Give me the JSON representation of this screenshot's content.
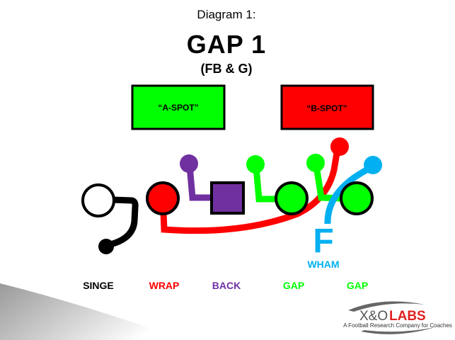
{
  "header": {
    "diagram_label": "Diagram 1:",
    "title": "GAP 1",
    "subtitle": "(FB & G)"
  },
  "spots": [
    {
      "label": "“A-SPOT”",
      "color": "#00ff00"
    },
    {
      "label": "“B-SPOT”",
      "color": "#ff0000"
    }
  ],
  "player_marks": {
    "fullback_letter": "F",
    "fullback_label": "WHAM"
  },
  "assignments": [
    {
      "label": "SINGE",
      "color": "#000000"
    },
    {
      "label": "WRAP",
      "color": "#ff0000"
    },
    {
      "label": "BACK",
      "color": "#7030a0"
    },
    {
      "label": "GAP",
      "color": "#00ff00"
    },
    {
      "label": "GAP",
      "color": "#00ff00"
    }
  ],
  "logo": {
    "name": "X&O LABS",
    "tagline": "A Football Research Company for Coaches"
  },
  "colors": {
    "red": "#ff0000",
    "green": "#00ff00",
    "purple": "#7030a0",
    "blue": "#00b0f0",
    "black": "#000000"
  }
}
